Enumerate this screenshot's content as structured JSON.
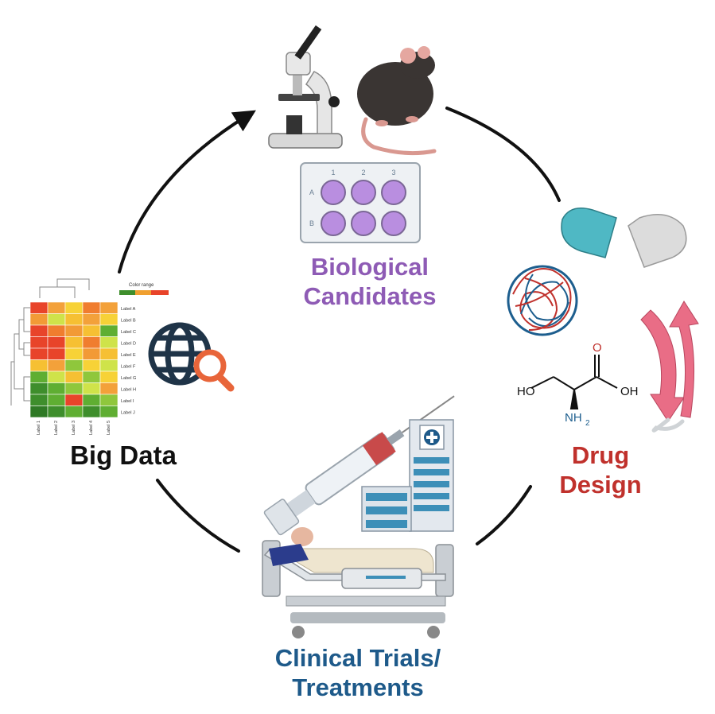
{
  "nodes": {
    "biological": {
      "line1": "Biological",
      "line2": "Candidates",
      "color": "#8e5bb5"
    },
    "drug": {
      "line1": "Drug",
      "line2": "Design",
      "color": "#c0312c"
    },
    "clinical": {
      "line1": "Clinical Trials/",
      "line2": "Treatments",
      "color": "#1e5a8a"
    },
    "bigdata": {
      "line1": "Big Data",
      "color": "#111111"
    }
  },
  "well_plate": {
    "columns": [
      "1",
      "2",
      "3"
    ],
    "rows": [
      "A",
      "B"
    ],
    "well_color": "#b98ee0"
  },
  "molecule": {
    "left_group": "HO",
    "right_group": "OH",
    "carbonyl": "O",
    "amine": "NH",
    "amine_sub": "2"
  },
  "heatmap": {
    "color_range_label": "Color range",
    "row_labels": [
      "Label A",
      "Label B",
      "Label C",
      "Label D",
      "Label E",
      "Label F",
      "Label G",
      "Label H",
      "Label I",
      "Label J"
    ],
    "col_labels": [
      "Label 1",
      "Label 2",
      "Label 3",
      "Label 4",
      "Label 5"
    ],
    "cells": [
      [
        "#e8442a",
        "#f3a13a",
        "#f7d237",
        "#f07d2f",
        "#f3a13a"
      ],
      [
        "#f29a36",
        "#cfe34a",
        "#f6c033",
        "#f3a13a",
        "#f7d237"
      ],
      [
        "#e8442a",
        "#f07d2f",
        "#f29a36",
        "#f6c033",
        "#5fae32"
      ],
      [
        "#e8442a",
        "#e8442a",
        "#f6c033",
        "#f07d2f",
        "#cfe34a"
      ],
      [
        "#e8442a",
        "#e8442a",
        "#f7d237",
        "#f29a36",
        "#f6c033"
      ],
      [
        "#f6c033",
        "#f3a13a",
        "#8fc73c",
        "#f7d237",
        "#cfe34a"
      ],
      [
        "#5fae32",
        "#cfe34a",
        "#f6c033",
        "#8fc73c",
        "#f7d237"
      ],
      [
        "#3e8e2c",
        "#5fae32",
        "#8fc73c",
        "#cfe34a",
        "#f3a13a"
      ],
      [
        "#3e8e2c",
        "#5fae32",
        "#e8442a",
        "#5fae32",
        "#8fc73c"
      ],
      [
        "#2f7a25",
        "#3e8e2c",
        "#5fae32",
        "#3e8e2c",
        "#5fae32"
      ]
    ]
  }
}
